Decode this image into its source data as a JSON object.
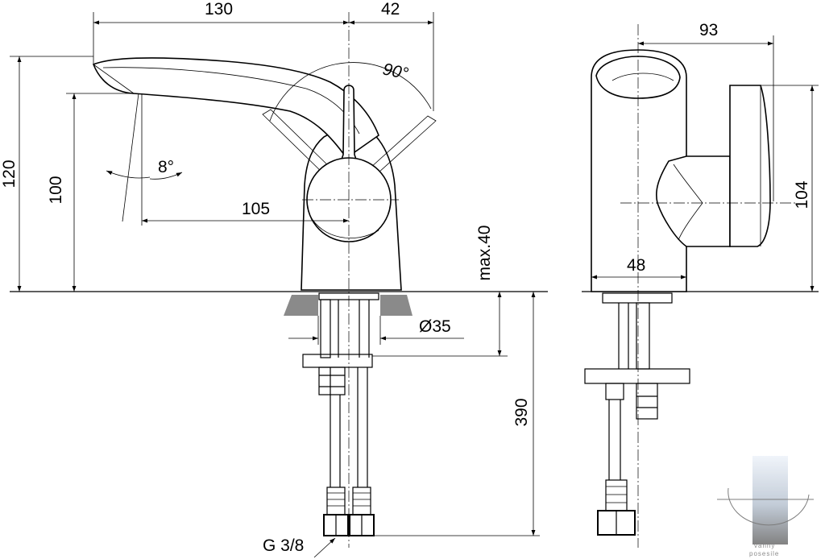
{
  "dimensions": {
    "spout_length": "130",
    "handle_offset": "42",
    "handle_angle": "90°",
    "spout_tilt": "8°",
    "overall_height": "120",
    "spout_height": "100",
    "reach": "105",
    "max_deck": "max.40",
    "hole_diameter": "Ø35",
    "supply_length": "390",
    "connection": "G 3/8",
    "side_depth": "93",
    "side_height": "104",
    "base_width": "48"
  },
  "watermark": {
    "line1": "vanny",
    "line2": "posesile"
  }
}
